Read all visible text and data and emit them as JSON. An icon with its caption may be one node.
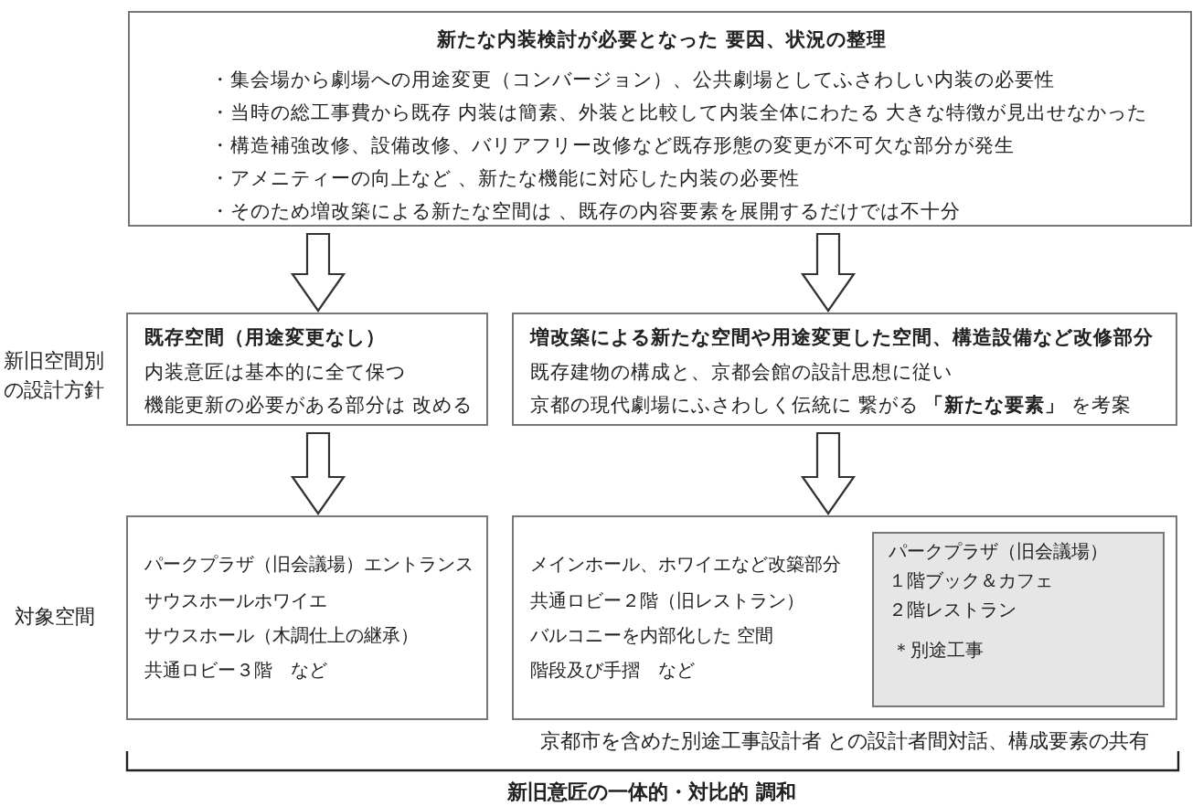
{
  "diagram": {
    "nodes": [
      {
        "text": [
          "新たな内装検討が必要となった 要因、状況の整理",
          "・集会場から劇場への用途変更（コンバージョン）、公共劇場としてふさわしい内装の必要性",
          "・当時の総工事費から既存 内装は簡素、外装と比較して内装全体にわたる 大きな特徴が見出せなかった",
          "・構造補強改修、設備改修、バリアフリー改修など既存形態の変更が不可欠な部分が発生",
          "・アメニティーの向上など 、新たな機能に対応した内装の必要性",
          "・そのため増改築による新たな空間は 、既存の内容要素を展開するだけでは不十分"
        ]
      },
      {
        "text": [
          "既存空間（用途変更なし）",
          "内装意匠は基本的に全て保つ",
          "機能更新の必要がある部分は 改める"
        ]
      },
      {
        "text": [
          "増改築による新たな空間や用途変更した空間、構造設備など改修部分",
          "既存建物の構成と、京都会館の設計思想に従い",
          "京都の現代劇場にふさわしく伝統に 繋がる **「新たな要素」** を考案"
        ]
      },
      {
        "text": [
          "パークプラザ（旧会議場）エントランス",
          "サウスホールホワイエ",
          "サウスホール（木調仕上の継承）",
          "共通ロビー３階　など"
        ]
      },
      {
        "text": [
          "メインホール、ホワイエなど改築部分",
          "共通ロビー２階（旧レストラン）",
          "バルコニーを内部化した 空間",
          "階段及び手摺　など"
        ]
      },
      {
        "text": [
          "パークプラザ（旧会議場）",
          "１階ブック＆カフェ",
          "２階レストラン",
          "＊別途工事"
        ],
        "in": 4
      }
    ],
    "edges": [
      {
        "from": 0,
        "to": 1,
        "arrow": "to"
      },
      {
        "from": 0,
        "to": 2,
        "arrow": "to"
      },
      {
        "from": 1,
        "to": 3,
        "arrow": "to"
      },
      {
        "from": 2,
        "to": 4,
        "arrow": "to"
      }
    ],
    "labels": [
      "新旧空間別の設計方針",
      "対象空間",
      "京都市を含めた別途工事設計者 との設計者間対話、構成要素の共有",
      "新旧意匠の一体的・対比的 調和"
    ]
  }
}
